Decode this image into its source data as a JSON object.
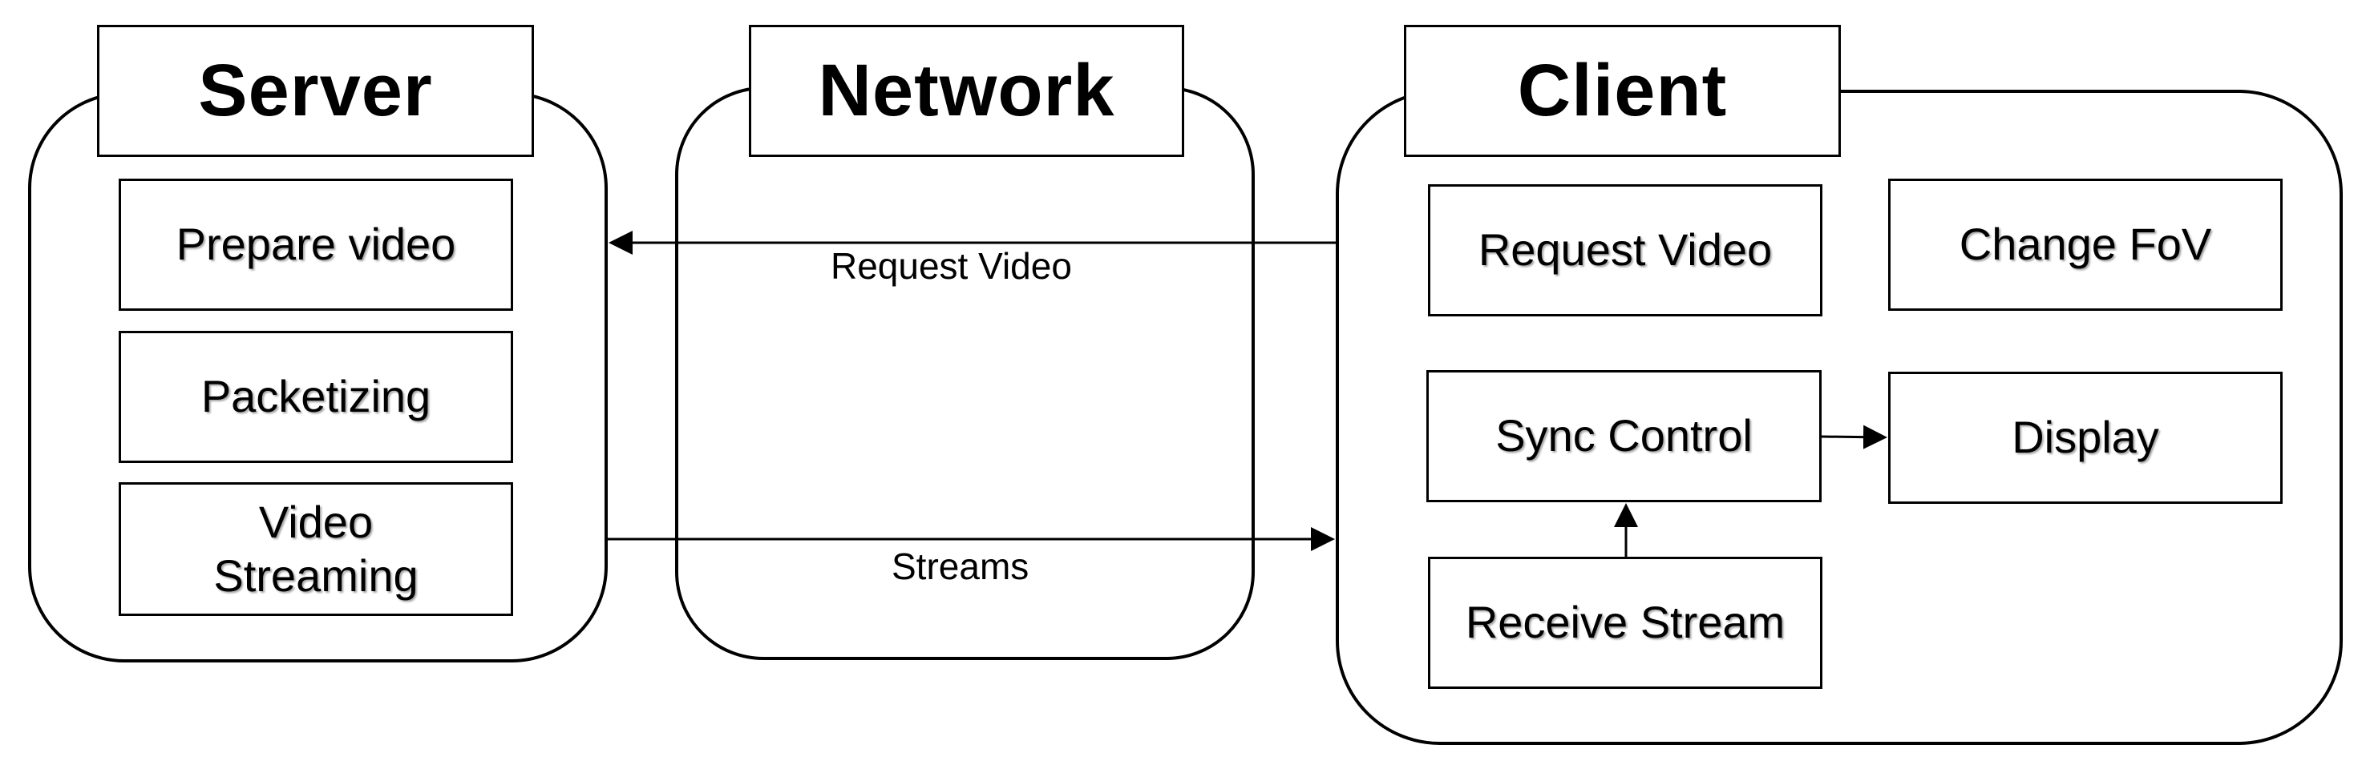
{
  "groups": {
    "server": {
      "title": "Server",
      "steps": [
        "Prepare video",
        "Packetizing",
        "Video\nStreaming"
      ]
    },
    "network": {
      "title": "Network"
    },
    "client": {
      "title": "Client",
      "steps": {
        "request": "Request Video",
        "fov": "Change FoV",
        "sync": "Sync Control",
        "display": "Display",
        "receive": "Receive Stream"
      }
    }
  },
  "edges": {
    "request_label": "Request Video",
    "streams_label": "Streams"
  }
}
